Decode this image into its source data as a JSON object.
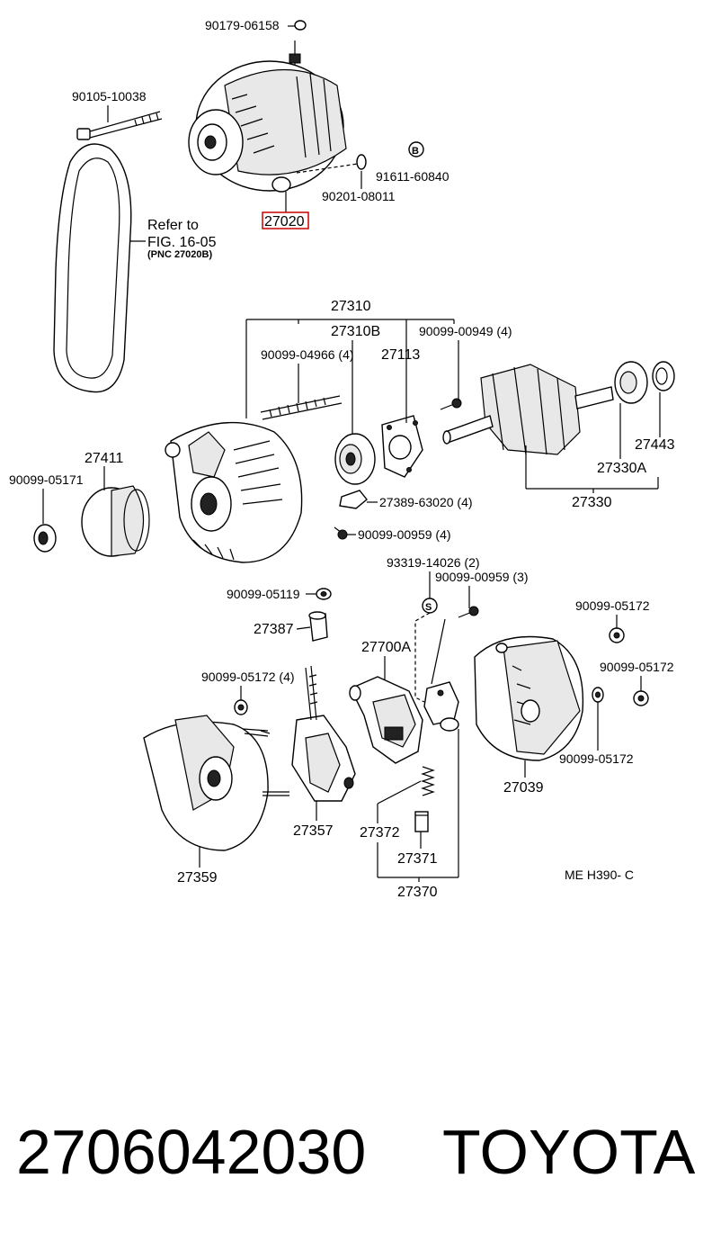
{
  "highlight_color": "#cc0000",
  "labels": {
    "p90179": "90179-06158",
    "p90105": "90105-10038",
    "p91611": "91611-60840",
    "p90201": "90201-08011",
    "p27020": "27020",
    "refer1": "Refer to",
    "refer2": "FIG. 16-05",
    "refer3": "(PNC 27020B)",
    "p27310": "27310",
    "p27310B": "27310B",
    "p90099_04966": "90099-04966 (4)",
    "p27113": "27113",
    "p90099_00949": "90099-00949 (4)",
    "p27443": "27443",
    "p27330A": "27330A",
    "p27330": "27330",
    "p27411": "27411",
    "p90099_05171": "90099-05171",
    "p27389": "27389-63020 (4)",
    "p90099_00959a": "90099-00959 (4)",
    "p93319": "93319-14026 (2)",
    "p90099_00959b": "90099-00959 (3)",
    "p90099_05119": "90099-05119",
    "p27387": "27387",
    "p27700A": "27700A",
    "p90099_05172a": "90099-05172",
    "p90099_05172b": "90099-05172",
    "p90099_05172c": "90099-05172 (4)",
    "p90099_05172d": "90099-05172",
    "p27039": "27039",
    "p27357": "27357",
    "p27372": "27372",
    "p27359": "27359",
    "p27371": "27371",
    "p27370": "27370",
    "diagram_code": "ME  H390- C",
    "marker_b": "B",
    "marker_s": "S"
  },
  "footer": {
    "part_number": "2706042030",
    "brand": "TOYOTA"
  }
}
